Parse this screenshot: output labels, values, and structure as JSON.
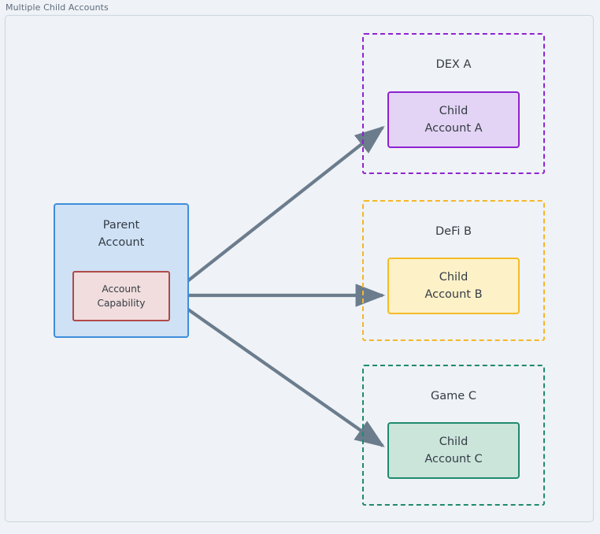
{
  "diagram": {
    "title": "Multiple Child Accounts",
    "background_color": "#eff2f6",
    "frame_border_color": "#ccd6e0",
    "edge_color": "#6b7c8d"
  },
  "parent": {
    "label_line1": "Parent",
    "label_line2": "Account",
    "fill_color": "#cfe1f5",
    "border_color": "#3f8ddb",
    "capability": {
      "label_line1": "Account",
      "label_line2": "Capability",
      "fill_color": "#f1dddd",
      "border_color": "#b04949"
    }
  },
  "groups": [
    {
      "name": "DEX A",
      "border_color": "#8e24cf",
      "child": {
        "label_line1": "Child",
        "label_line2": "Account A",
        "fill_color": "#e3d3f4",
        "border_color": "#8e22d1"
      }
    },
    {
      "name": "DeFi B",
      "border_color": "#f5b725",
      "child": {
        "label_line1": "Child",
        "label_line2": "Account B",
        "fill_color": "#fdf1c8",
        "border_color": "#f4bb27"
      }
    },
    {
      "name": "Game C",
      "border_color": "#1f8a6e",
      "child": {
        "label_line1": "Child",
        "label_line2": "Account C",
        "fill_color": "#cbe5db",
        "border_color": "#1f8a6e"
      }
    }
  ],
  "edges": [
    {
      "from": "Account Capability",
      "to": "Child Account A"
    },
    {
      "from": "Account Capability",
      "to": "Child Account B"
    },
    {
      "from": "Account Capability",
      "to": "Child Account C"
    }
  ]
}
